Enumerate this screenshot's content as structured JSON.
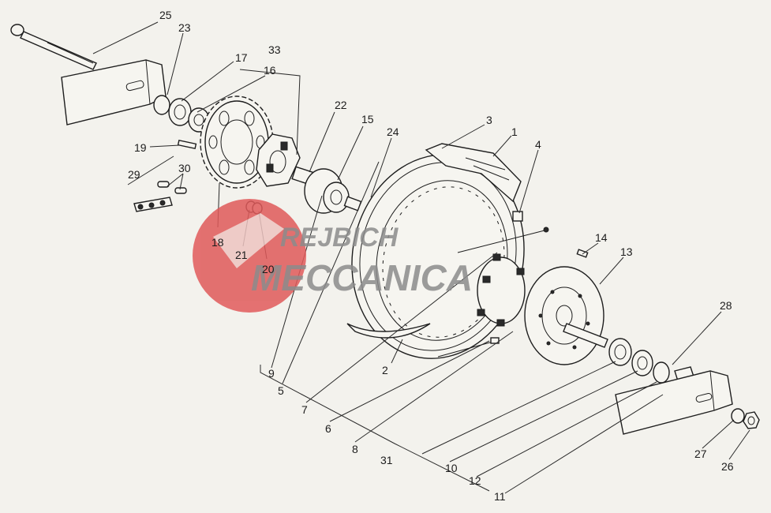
{
  "callouts": [
    {
      "id": "25",
      "text": "25"
    },
    {
      "id": "23",
      "text": "23"
    },
    {
      "id": "33",
      "text": "33"
    },
    {
      "id": "17",
      "text": "17"
    },
    {
      "id": "16",
      "text": "16"
    },
    {
      "id": "22",
      "text": "22"
    },
    {
      "id": "15",
      "text": "15"
    },
    {
      "id": "24",
      "text": "24"
    },
    {
      "id": "3",
      "text": "3"
    },
    {
      "id": "1",
      "text": "1"
    },
    {
      "id": "4",
      "text": "4"
    },
    {
      "id": "19",
      "text": "19"
    },
    {
      "id": "29",
      "text": "29"
    },
    {
      "id": "30",
      "text": "30"
    },
    {
      "id": "18",
      "text": "18"
    },
    {
      "id": "21",
      "text": "21"
    },
    {
      "id": "20",
      "text": "20"
    },
    {
      "id": "14",
      "text": "14"
    },
    {
      "id": "13",
      "text": "13"
    },
    {
      "id": "28",
      "text": "28"
    },
    {
      "id": "9",
      "text": "9"
    },
    {
      "id": "2",
      "text": "2"
    },
    {
      "id": "5",
      "text": "5"
    },
    {
      "id": "7",
      "text": "7"
    },
    {
      "id": "6",
      "text": "6"
    },
    {
      "id": "8",
      "text": "8"
    },
    {
      "id": "31",
      "text": "31"
    },
    {
      "id": "10",
      "text": "10"
    },
    {
      "id": "12",
      "text": "12"
    },
    {
      "id": "11",
      "text": "11"
    },
    {
      "id": "27",
      "text": "27"
    },
    {
      "id": "26",
      "text": "26"
    }
  ],
  "watermark": {
    "line1": "REJBICH",
    "line2": "MECCANICA",
    "logo_color": "#e05a5a",
    "text_color": "#8c8c8c"
  }
}
